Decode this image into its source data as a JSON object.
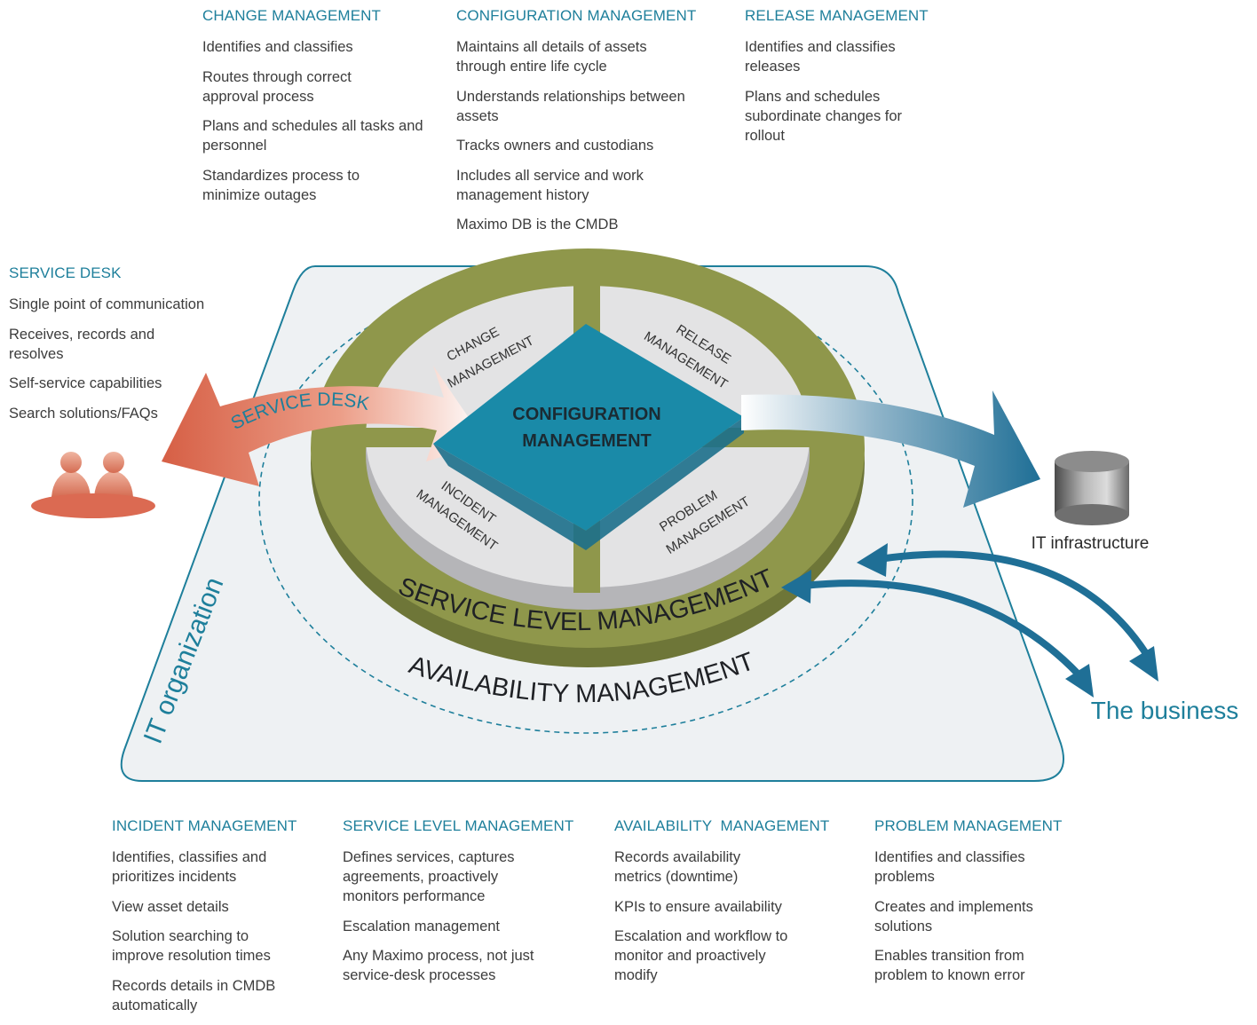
{
  "blocks": {
    "change": {
      "title": "CHANGE MANAGEMENT",
      "items": [
        "Identifies and classifies",
        "Routes through correct approval process",
        "Plans and schedules all tasks and personnel",
        "Standardizes process to minimize outages"
      ]
    },
    "configuration": {
      "title": "CONFIGURATION MANAGEMENT",
      "items": [
        "Maintains all details of assets through entire life cycle",
        "Understands relationships between assets",
        "Tracks owners and custodians",
        "Includes all service and work management history",
        "Maximo DB is the CMDB"
      ]
    },
    "release": {
      "title": "RELEASE MANAGEMENT",
      "items": [
        "Identifies and classifies releases",
        "Plans and schedules subordinate changes for rollout"
      ]
    },
    "service_desk": {
      "title": "SERVICE DESK",
      "items": [
        "Single point of communication",
        "Receives, records and resolves",
        "Self-service capabilities",
        "Search solutions/FAQs"
      ]
    },
    "incident": {
      "title": "INCIDENT MANAGEMENT",
      "items": [
        "Identifies, classifies and prioritizes incidents",
        "View asset details",
        "Solution searching to improve resolution times",
        "Records details in CMDB automatically"
      ]
    },
    "service_level": {
      "title": "SERVICE LEVEL MANAGEMENT",
      "items": [
        "Defines services, captures agreements, proactively monitors performance",
        "Escalation management",
        "Any Maximo process, not just service-desk processes"
      ]
    },
    "availability": {
      "title": "AVAILABILITY  MANAGEMENT",
      "items": [
        "Records availability metrics (downtime)",
        "KPIs to ensure availability",
        "Escalation and workflow to monitor and proactively modify"
      ]
    },
    "problem": {
      "title": "PROBLEM MANAGEMENT",
      "items": [
        "Identifies and classifies problems",
        "Creates and implements solutions",
        "Enables transition from problem to known error"
      ]
    }
  },
  "diagram": {
    "platform_label": "IT organization",
    "center_label_line1": "CONFIGURATION",
    "center_label_line2": "MANAGEMENT",
    "segment_change_line1": "CHANGE",
    "segment_change_line2": "MANAGEMENT",
    "segment_release_line1": "RELEASE",
    "segment_release_line2": "MANAGEMENT",
    "segment_incident_line1": "INCIDENT",
    "segment_incident_line2": "MANAGEMENT",
    "segment_problem_line1": "PROBLEM",
    "segment_problem_line2": "MANAGEMENT",
    "ring_label": "SERVICE LEVEL MANAGEMENT",
    "outer_label": "AVAILABILITY MANAGEMENT",
    "service_desk_arrow_label": "SERVICE DESK",
    "infrastructure_label": "IT infrastructure",
    "business_label": "The business"
  },
  "colors": {
    "accent": "#1e7f9b",
    "olive_ring": "#8c944a",
    "center_diamond": "#1a8aa8",
    "service_desk_arrow": "#dc6e55",
    "platform_fill": "#eef1f3"
  }
}
